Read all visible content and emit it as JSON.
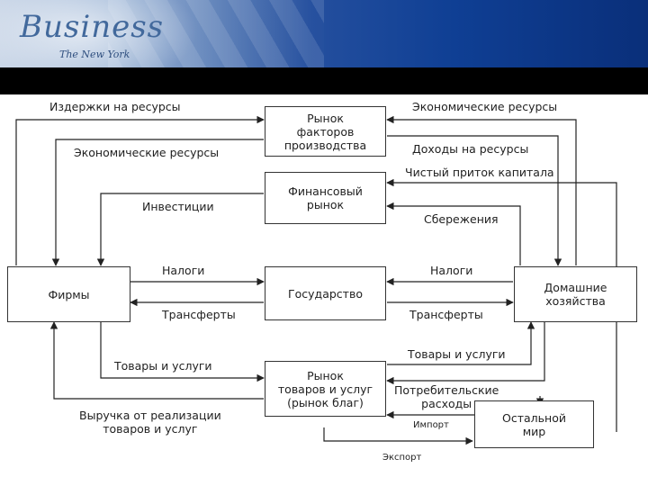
{
  "header": {
    "logo_main": "Business",
    "logo_sub": "The New York"
  },
  "boxes": {
    "factor_market": "Рынок\nфакторов\nпроизводства",
    "financial_market": "Финансовый\nрынок",
    "firms": "Фирмы",
    "government": "Государство",
    "households": "Домашние\nхозяйства",
    "goods_market": "Рынок\nтоваров и услуг\n(рынок благ)",
    "rest_of_world": "Остальной\nмир"
  },
  "labels": {
    "resource_costs": "Издержки на ресурсы",
    "economic_resources_right": "Экономические ресурсы",
    "economic_resources_left": "Экономические ресурсы",
    "resource_income": "Доходы на ресурсы",
    "net_capital_inflow": "Чистый приток капитала",
    "investments": "Инвестиции",
    "savings": "Сбережения",
    "taxes_left": "Налоги",
    "taxes_right": "Налоги",
    "transfers_left": "Трансферты",
    "transfers_right": "Трансферты",
    "goods_services_left": "Товары и услуги",
    "goods_services_right": "Товары и услуги",
    "consumer_spending": "Потребительские\nрасходы",
    "import": "Импорт",
    "sales_revenue": "Выручка от реализации\nтоваров и услуг",
    "export": "Экспорт"
  },
  "colors": {
    "line": "#222222",
    "header_blue": "#0f3f94"
  }
}
